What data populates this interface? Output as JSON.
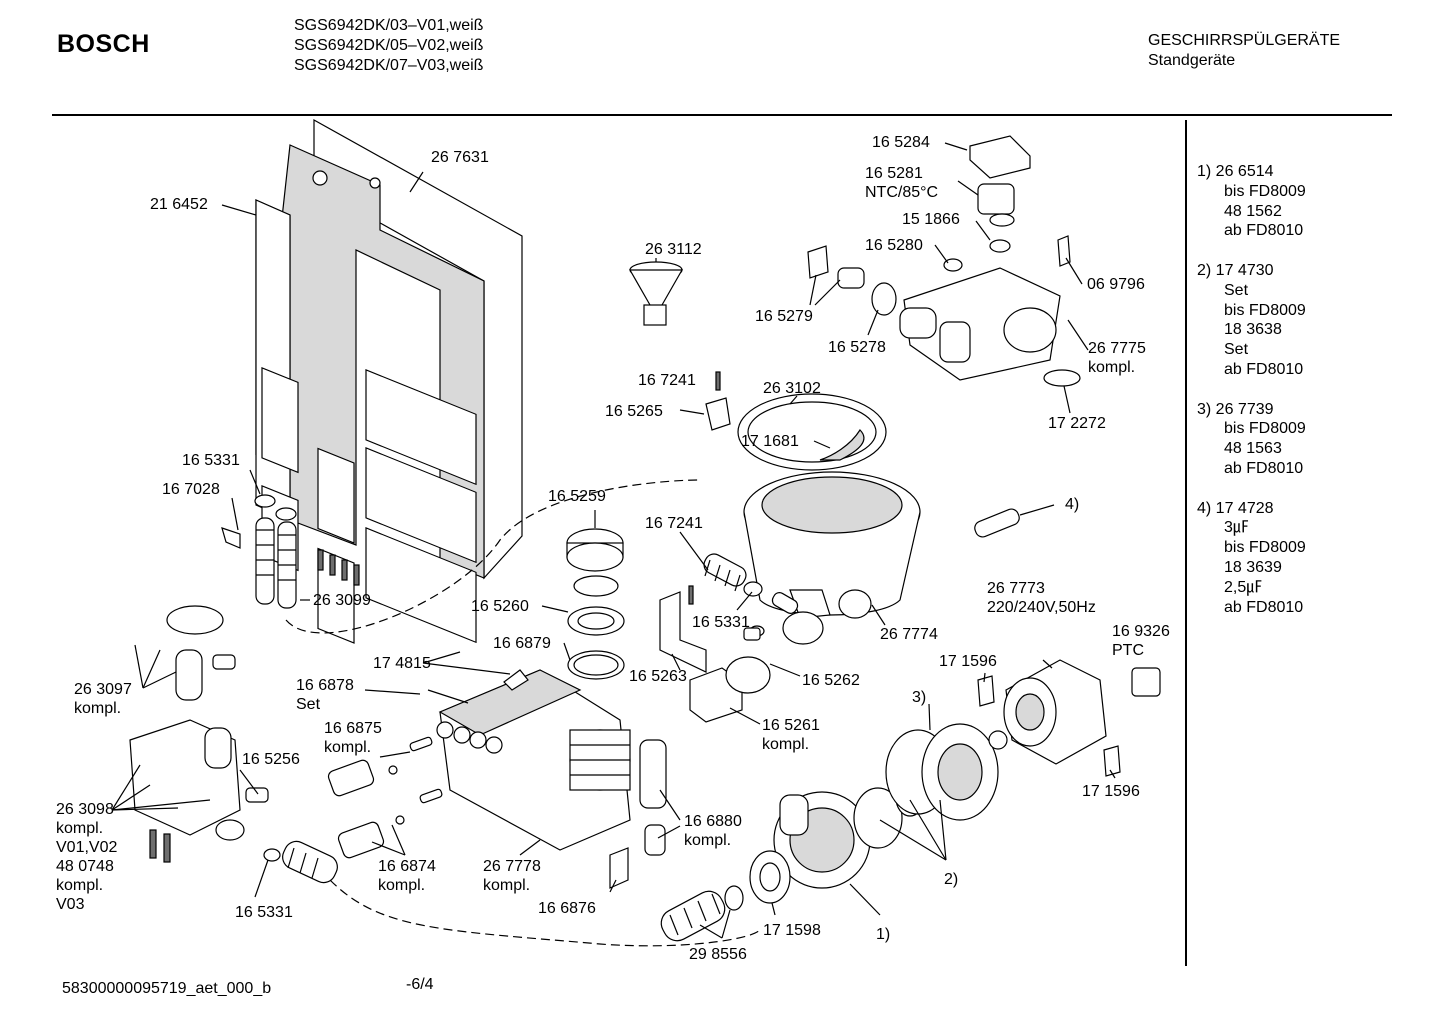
{
  "header": {
    "brand": "BOSCH",
    "models": [
      "SGS6942DK/03–V01,weiß",
      "SGS6942DK/05–V02,weiß",
      "SGS6942DK/07–V03,weiß"
    ],
    "category": "GESCHIRRSPÜLGERÄTE",
    "subcategory": "Standgeräte"
  },
  "notes": [
    {
      "lines": [
        "1) 26 6514",
        "bis FD8009",
        "48 1562",
        "ab FD8010"
      ]
    },
    {
      "lines": [
        "2) 17 4730",
        "Set",
        "bis FD8009",
        "18 3638",
        "Set",
        "ab FD8010"
      ]
    },
    {
      "lines": [
        "3) 26 7739",
        "bis FD8009",
        "48 1563",
        "ab FD8010"
      ]
    },
    {
      "lines": [
        "4) 17 4728",
        "3㎌",
        "bis FD8009",
        "18 3639",
        "2,5㎌",
        "ab FD8010"
      ]
    }
  ],
  "labels": [
    {
      "id": "p-267631",
      "text": "26 7631"
    },
    {
      "id": "p-216452",
      "text": "21 6452"
    },
    {
      "id": "p-165284",
      "text": "16 5284"
    },
    {
      "id": "p-165281",
      "text": "16 5281\nNTC/85°C"
    },
    {
      "id": "p-151866",
      "text": "15 1866"
    },
    {
      "id": "p-165280",
      "text": "16 5280"
    },
    {
      "id": "p-069796",
      "text": "06 9796"
    },
    {
      "id": "p-263112",
      "text": "26 3112"
    },
    {
      "id": "p-165279",
      "text": "16 5279"
    },
    {
      "id": "p-165278",
      "text": "16 5278"
    },
    {
      "id": "p-267775",
      "text": "26 7775\nkompl."
    },
    {
      "id": "p-167241a",
      "text": "16 7241"
    },
    {
      "id": "p-263102",
      "text": "26 3102"
    },
    {
      "id": "p-165265",
      "text": "16 5265"
    },
    {
      "id": "p-172272",
      "text": "17 2272"
    },
    {
      "id": "p-171681",
      "text": "17 1681"
    },
    {
      "id": "p-165331a",
      "text": "16 5331"
    },
    {
      "id": "p-167028",
      "text": "16 7028"
    },
    {
      "id": "p-165259",
      "text": "16 5259"
    },
    {
      "id": "p-167241b",
      "text": "16 7241"
    },
    {
      "id": "p-note4",
      "text": "4)"
    },
    {
      "id": "p-263099",
      "text": "26 3099"
    },
    {
      "id": "p-165260",
      "text": "16 5260"
    },
    {
      "id": "p-165331b",
      "text": "16 5331"
    },
    {
      "id": "p-267774",
      "text": "26 7774"
    },
    {
      "id": "p-267773",
      "text": "26 7773\n220/240V,50Hz"
    },
    {
      "id": "p-169326",
      "text": "16 9326\nPTC"
    },
    {
      "id": "p-166879",
      "text": "16 6879"
    },
    {
      "id": "p-174815",
      "text": "17 4815"
    },
    {
      "id": "p-165263",
      "text": "16 5263"
    },
    {
      "id": "p-165262",
      "text": "16 5262"
    },
    {
      "id": "p-171596a",
      "text": "17 1596"
    },
    {
      "id": "p-263097",
      "text": "26 3097\nkompl."
    },
    {
      "id": "p-166878",
      "text": "16 6878\nSet"
    },
    {
      "id": "p-note3",
      "text": "3)"
    },
    {
      "id": "p-165261",
      "text": "16 5261\nkompl."
    },
    {
      "id": "p-166875",
      "text": "16 6875\nkompl."
    },
    {
      "id": "p-165256",
      "text": "16 5256"
    },
    {
      "id": "p-171596b",
      "text": "17 1596"
    },
    {
      "id": "p-263098",
      "text": "26 3098\nkompl.\nV01,V02\n48 0748\nkompl.\nV03"
    },
    {
      "id": "p-166880",
      "text": "16 6880\nkompl."
    },
    {
      "id": "p-166874",
      "text": "16 6874\nkompl."
    },
    {
      "id": "p-267778",
      "text": "26 7778\nkompl."
    },
    {
      "id": "p-note2",
      "text": "2)"
    },
    {
      "id": "p-165331c",
      "text": "16 5331"
    },
    {
      "id": "p-166876",
      "text": "16 6876"
    },
    {
      "id": "p-171598",
      "text": "17 1598"
    },
    {
      "id": "p-note1",
      "text": "1)"
    },
    {
      "id": "p-298556",
      "text": "29 8556"
    }
  ],
  "footer": {
    "doc_id": "58300000095719_aet_000_b",
    "page": "-6/4"
  }
}
